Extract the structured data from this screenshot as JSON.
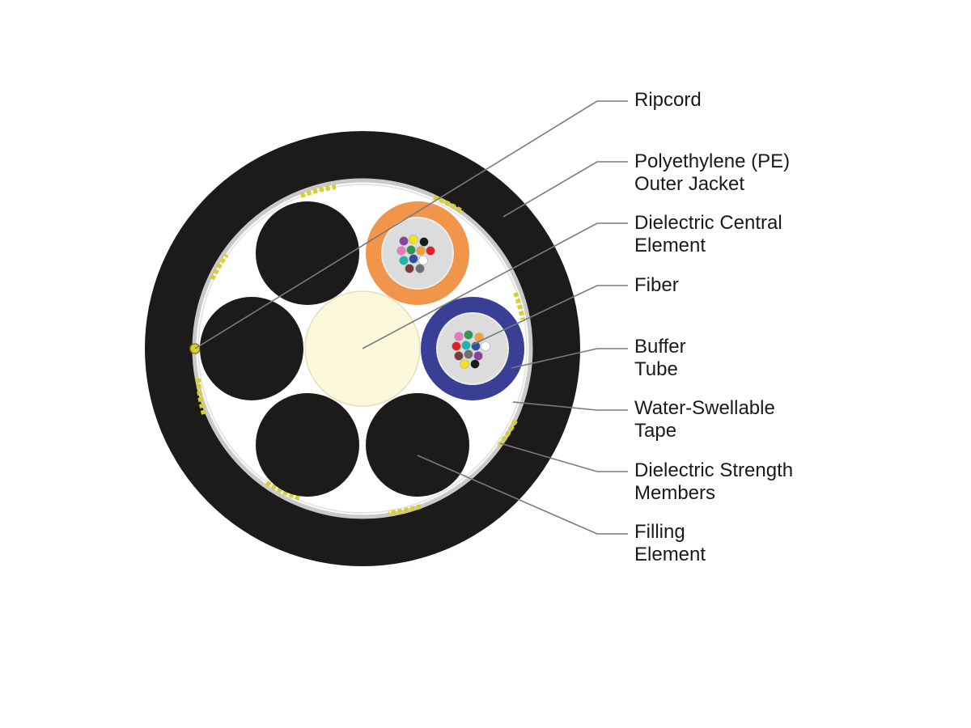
{
  "labels": {
    "ripcord": [
      "Ripcord"
    ],
    "outer_jacket": [
      "Polyethylene (PE)",
      "Outer Jacket"
    ],
    "central_element": [
      "Dielectric Central",
      "Element"
    ],
    "fiber": [
      "Fiber"
    ],
    "buffer_tube": [
      "Buffer",
      "Tube"
    ],
    "water_tape": [
      "Water-Swellable",
      "Tape"
    ],
    "strength_members": [
      "Dielectric Strength",
      "Members"
    ],
    "filling_element": [
      "Filling",
      "Element"
    ]
  },
  "colors": {
    "jacket": "#1c1b1a",
    "core_background": "#ffffff",
    "filler": "#1c1b1a",
    "central_element": "#fbf8dc",
    "tube_orange": "#f0954a",
    "tube_blue": "#3a3f96",
    "tube_inner": "#dcdcdc",
    "strength_yellow": "#d8cf2a",
    "leader_line": "#7a7a7a"
  },
  "fiber_colors": [
    "#8b3fa0",
    "#f2e21c",
    "#1a1a1a",
    "#e879b8",
    "#2a9a4e",
    "#f2a03c",
    "#e21f26",
    "#1fb3b0",
    "#2f4fa0",
    "#ffffff",
    "#7a3a3a",
    "#6e6e78"
  ]
}
